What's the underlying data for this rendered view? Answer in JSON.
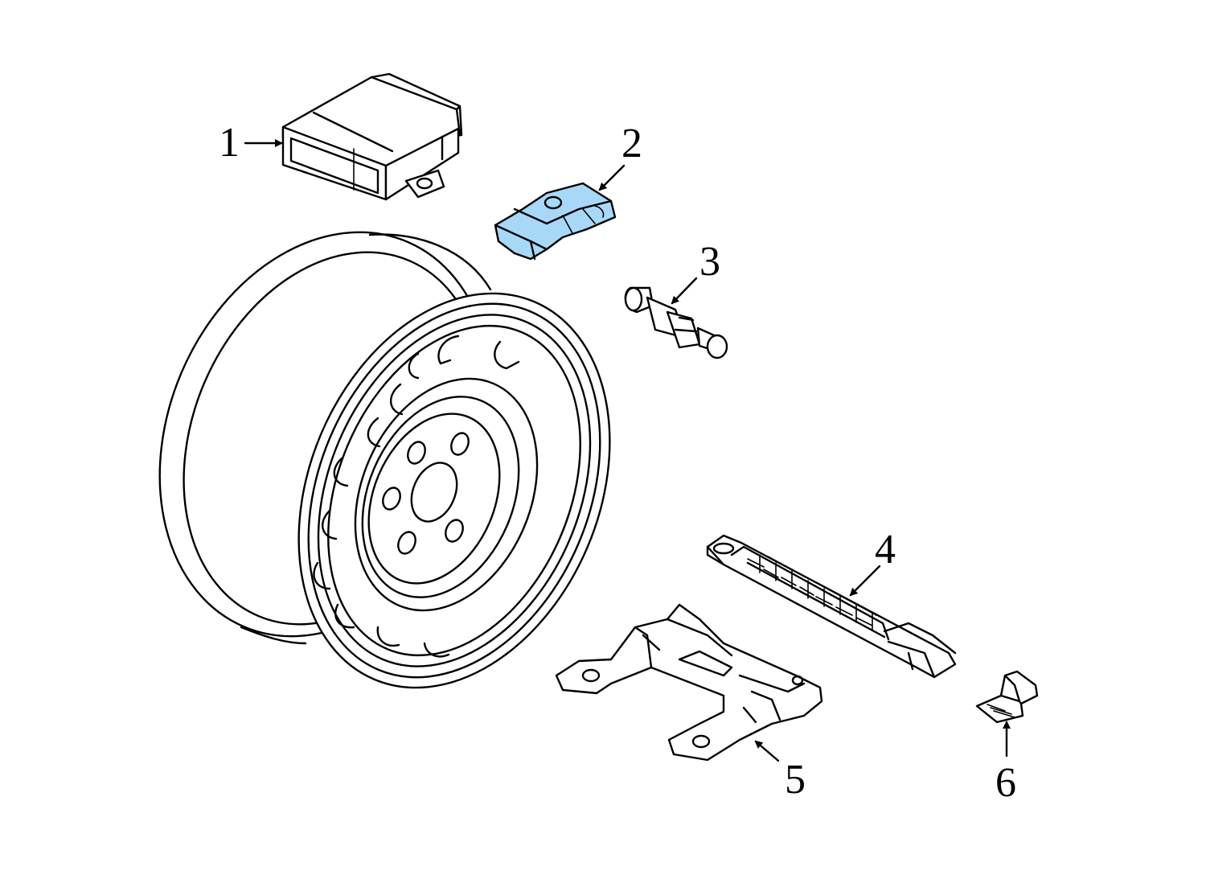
{
  "callouts": [
    {
      "id": "1",
      "label": "1"
    },
    {
      "id": "2",
      "label": "2"
    },
    {
      "id": "3",
      "label": "3"
    },
    {
      "id": "4",
      "label": "4"
    },
    {
      "id": "5",
      "label": "5"
    },
    {
      "id": "6",
      "label": "6"
    }
  ],
  "colors": {
    "highlight": "#a8d8f8",
    "line": "#000000",
    "background": "#ffffff"
  }
}
